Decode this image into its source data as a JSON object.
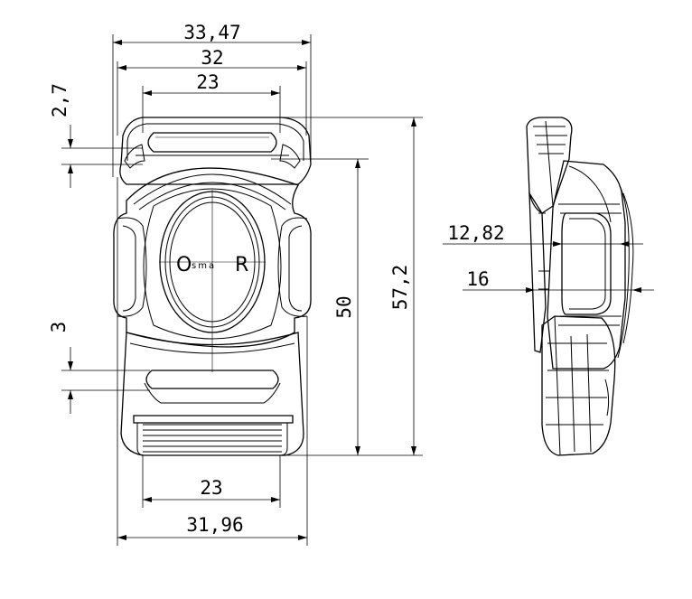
{
  "dimensions": {
    "overall_top_width": "33,47",
    "top_width": "32",
    "top_slot_width": "23",
    "slot_height_top": "2,7",
    "slot_height_bottom": "3",
    "body_height": "50",
    "overall_height": "57,2",
    "bottom_slot_width": "23",
    "bottom_width": "31,96",
    "side_thickness": "12,82",
    "side_depth": "16"
  },
  "logo": {
    "first": "O",
    "middle": "sma",
    "last": "R"
  },
  "icons": {
    "arrowhead": "filled-triangle-arrow"
  }
}
